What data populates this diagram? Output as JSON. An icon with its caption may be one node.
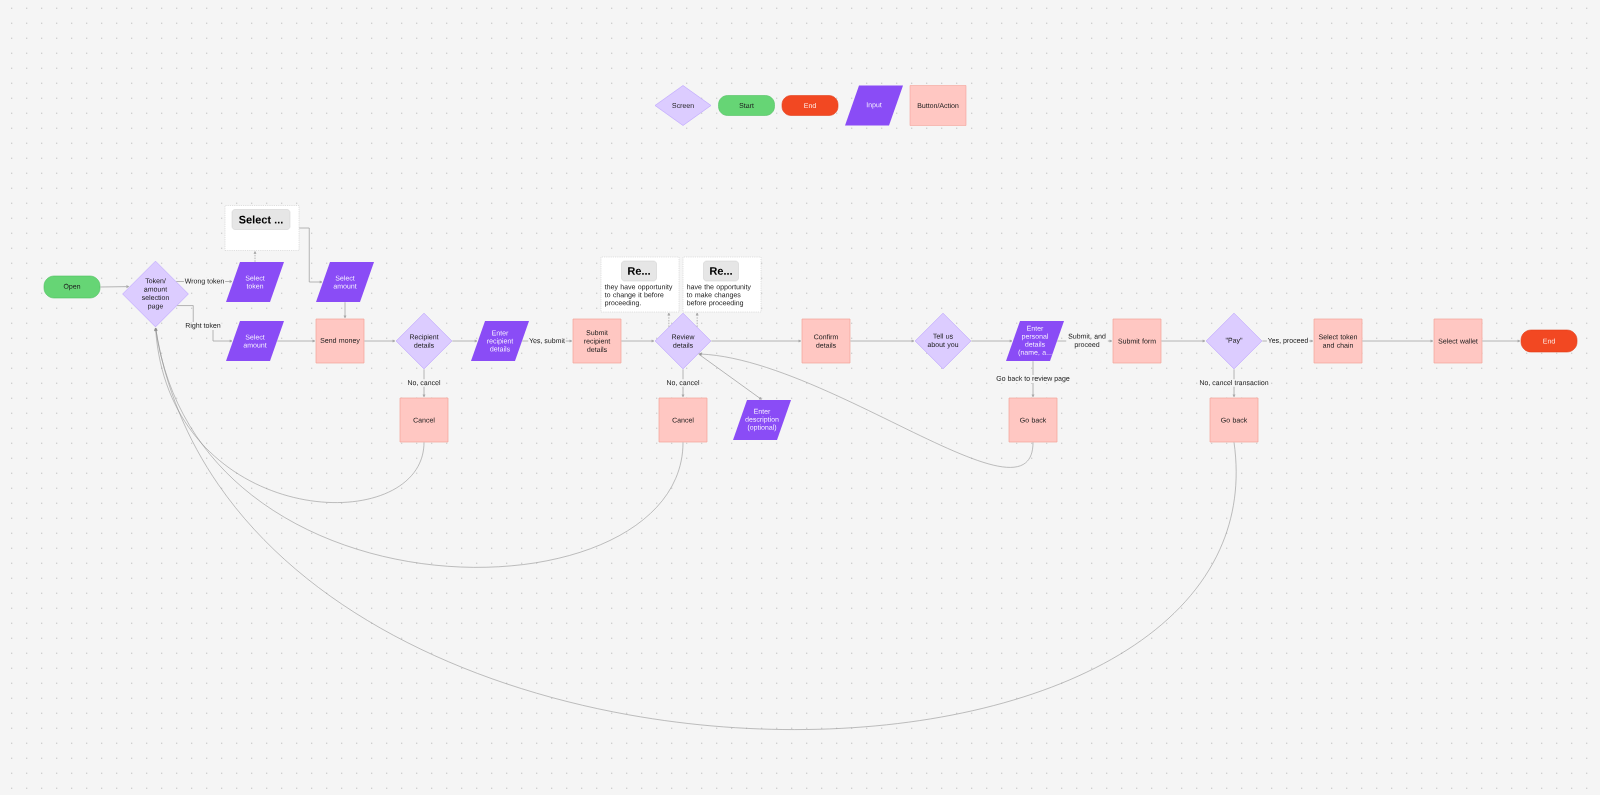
{
  "diagram": {
    "nodes": [
      {
        "text": [
          "Open"
        ]
      },
      {
        "text": [
          "Token/ amount selection page"
        ]
      },
      {
        "text": [
          "Select ..."
        ]
      },
      {
        "text": [
          "Select token"
        ]
      },
      {
        "text": [
          "Select amount"
        ]
      },
      {
        "text": [
          "Select amount"
        ]
      },
      {
        "text": [
          "Send money"
        ]
      },
      {
        "text": [
          "Recipient details"
        ]
      },
      {
        "text": [
          "Enter recipient details"
        ]
      },
      {
        "text": [
          "Submit recipient details"
        ]
      },
      {
        "text": [
          "Re...",
          "they have opportunity to change it before proceeding."
        ]
      },
      {
        "text": [
          "Re...",
          "have the opportunity to make changes before proceeding"
        ]
      },
      {
        "text": [
          "Review details"
        ]
      },
      {
        "text": [
          "Confirm details"
        ]
      },
      {
        "text": [
          "Tell us about you"
        ]
      },
      {
        "text": [
          "Enter personal details (name, a..."
        ]
      },
      {
        "text": [
          "Submit form"
        ]
      },
      {
        "text": [
          "\"Pay\""
        ]
      },
      {
        "text": [
          "Select token and chain"
        ]
      },
      {
        "text": [
          "Select wallet"
        ]
      },
      {
        "text": [
          "End"
        ]
      },
      {
        "text": [
          "Cancel"
        ]
      },
      {
        "text": [
          "Cancel"
        ]
      },
      {
        "text": [
          "Enter description (optional)"
        ]
      },
      {
        "text": [
          "Go back"
        ]
      },
      {
        "text": [
          "Go back"
        ]
      }
    ],
    "edges": [
      {
        "from": 0,
        "to": 1,
        "arrow": "to"
      },
      {
        "from": 1,
        "to": 3,
        "arrow": "to",
        "label": "Wrong token"
      },
      {
        "from": 1,
        "to": 5,
        "arrow": "to",
        "label": "Right token"
      },
      {
        "from": 3,
        "to": 2,
        "arrow": "to",
        "style": "dashed"
      },
      {
        "from": 2,
        "to": 4,
        "arrow": "to"
      },
      {
        "from": 4,
        "to": 6,
        "arrow": "to"
      },
      {
        "from": 5,
        "to": 6,
        "arrow": "to"
      },
      {
        "from": 6,
        "to": 7,
        "arrow": "to"
      },
      {
        "from": 7,
        "to": 8,
        "arrow": "to"
      },
      {
        "from": 7,
        "to": 21,
        "arrow": "to",
        "label": "No, cancel"
      },
      {
        "from": 8,
        "to": 9,
        "arrow": "to",
        "label": "Yes, submit"
      },
      {
        "from": 9,
        "to": 12,
        "arrow": "to"
      },
      {
        "from": 12,
        "to": 10,
        "arrow": "to",
        "style": "dashed"
      },
      {
        "from": 12,
        "to": 11,
        "arrow": "to",
        "style": "dashed"
      },
      {
        "from": 12,
        "to": 13,
        "arrow": "to"
      },
      {
        "from": 12,
        "to": 22,
        "arrow": "to",
        "label": "No, cancel"
      },
      {
        "from": 12,
        "to": 23,
        "arrow": "to"
      },
      {
        "from": 13,
        "to": 14,
        "arrow": "to"
      },
      {
        "from": 14,
        "to": 15,
        "arrow": "to"
      },
      {
        "from": 15,
        "to": 16,
        "arrow": "to",
        "label": "Submit, and proceed"
      },
      {
        "from": 15,
        "to": 24,
        "arrow": "to",
        "label": "Go back to review page"
      },
      {
        "from": 16,
        "to": 17,
        "arrow": "to"
      },
      {
        "from": 17,
        "to": 18,
        "arrow": "to",
        "label": "Yes, proceed"
      },
      {
        "from": 17,
        "to": 25,
        "arrow": "to",
        "label": "No, cancel transaction"
      },
      {
        "from": 18,
        "to": 19,
        "arrow": "to"
      },
      {
        "from": 19,
        "to": 20,
        "arrow": "to"
      },
      {
        "from": 21,
        "to": 1,
        "arrow": "to"
      },
      {
        "from": 22,
        "to": 1,
        "arrow": "to"
      },
      {
        "from": 24,
        "to": 12,
        "arrow": "to"
      },
      {
        "from": 25,
        "to": 1,
        "arrow": "to"
      }
    ],
    "legend": [
      {
        "text": "Screen",
        "color": "#dcccff"
      },
      {
        "text": "Start",
        "color": "#66d575"
      },
      {
        "text": "End",
        "color": "#f24822"
      },
      {
        "text": "Input",
        "color": "#8a4cf6"
      },
      {
        "text": "Button/Action",
        "color": "#ffc7c2"
      }
    ]
  }
}
